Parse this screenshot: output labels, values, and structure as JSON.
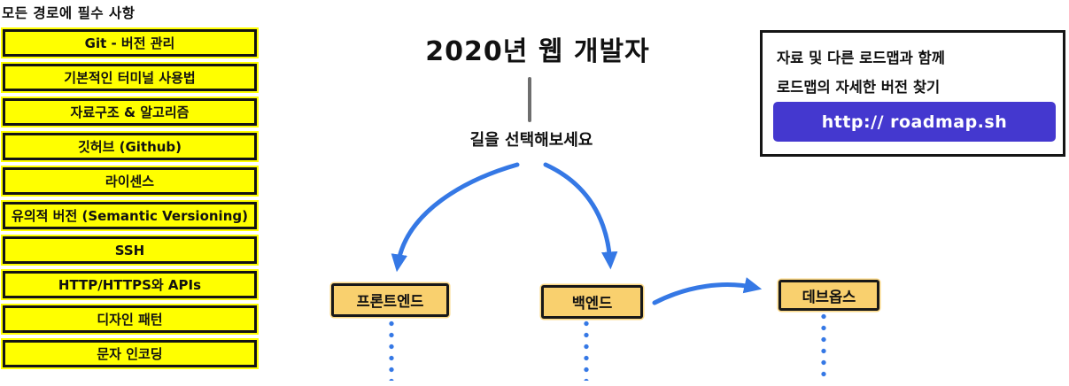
{
  "left_panel": {
    "title": "모든 경로에 필수 사항",
    "items": [
      "Git - 버전 관리",
      "기본적인 터미널 사용법",
      "자료구조 & 알고리즘",
      "깃허브 (Github)",
      "라이센스",
      "유의적 버전 (Semantic Versioning)",
      "SSH",
      "HTTP/HTTPS와 APIs",
      "디자인 패턴",
      "문자 인코딩"
    ]
  },
  "center": {
    "title": "2020년 웹 개발자",
    "prompt": "길을 선택해보세요"
  },
  "paths": [
    {
      "label": "프론트엔드"
    },
    {
      "label": "백엔드"
    },
    {
      "label": "데브옵스"
    }
  ],
  "info_box": {
    "line1": "자료 및 다른 로드맵과 함께",
    "line2": "로드맵의 자세한 버전 찾기",
    "button_label": "http:// roadmap.sh"
  },
  "colors": {
    "highlight_yellow": "#ffff00",
    "node_orange": "#f9d06e",
    "arrow_blue": "#3578e5",
    "button_purple": "#4438cf"
  }
}
